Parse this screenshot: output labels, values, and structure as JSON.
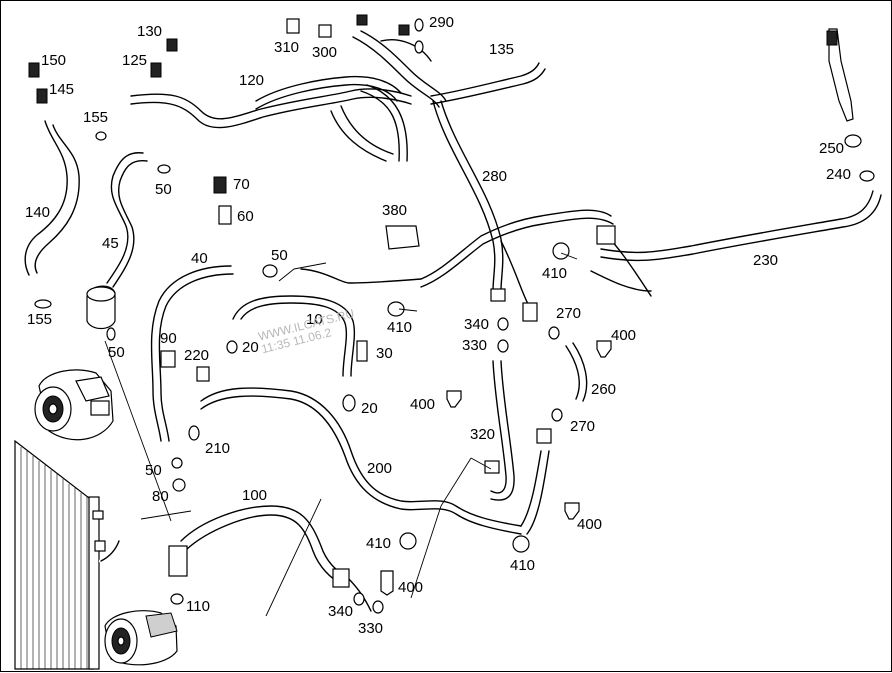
{
  "callouts": [
    {
      "id": "130",
      "label": "130"
    },
    {
      "id": "290",
      "label": "290"
    },
    {
      "id": "310",
      "label": "310"
    },
    {
      "id": "300",
      "label": "300"
    },
    {
      "id": "150",
      "label": "150"
    },
    {
      "id": "125",
      "label": "125"
    },
    {
      "id": "135",
      "label": "135"
    },
    {
      "id": "145",
      "label": "145"
    },
    {
      "id": "120",
      "label": "120"
    },
    {
      "id": "155a",
      "label": "155"
    },
    {
      "id": "50a",
      "label": "50"
    },
    {
      "id": "70",
      "label": "70"
    },
    {
      "id": "280",
      "label": "280"
    },
    {
      "id": "250",
      "label": "250"
    },
    {
      "id": "240",
      "label": "240"
    },
    {
      "id": "140",
      "label": "140"
    },
    {
      "id": "60",
      "label": "60"
    },
    {
      "id": "380",
      "label": "380"
    },
    {
      "id": "45",
      "label": "45"
    },
    {
      "id": "40",
      "label": "40"
    },
    {
      "id": "50b",
      "label": "50"
    },
    {
      "id": "230",
      "label": "230"
    },
    {
      "id": "410a",
      "label": "410"
    },
    {
      "id": "155b",
      "label": "155"
    },
    {
      "id": "270a",
      "label": "270"
    },
    {
      "id": "410b",
      "label": "410"
    },
    {
      "id": "10",
      "label": "10"
    },
    {
      "id": "340a",
      "label": "340"
    },
    {
      "id": "400a",
      "label": "400"
    },
    {
      "id": "50c",
      "label": "50"
    },
    {
      "id": "90",
      "label": "90"
    },
    {
      "id": "330a",
      "label": "330"
    },
    {
      "id": "220",
      "label": "220"
    },
    {
      "id": "20a",
      "label": "20"
    },
    {
      "id": "30",
      "label": "30"
    },
    {
      "id": "260",
      "label": "260"
    },
    {
      "id": "400b",
      "label": "400"
    },
    {
      "id": "20b",
      "label": "20"
    },
    {
      "id": "270b",
      "label": "270"
    },
    {
      "id": "320",
      "label": "320"
    },
    {
      "id": "210",
      "label": "210"
    },
    {
      "id": "50d",
      "label": "50"
    },
    {
      "id": "200",
      "label": "200"
    },
    {
      "id": "80",
      "label": "80"
    },
    {
      "id": "100",
      "label": "100"
    },
    {
      "id": "400c",
      "label": "400"
    },
    {
      "id": "410c",
      "label": "410"
    },
    {
      "id": "410d",
      "label": "410"
    },
    {
      "id": "400d",
      "label": "400"
    },
    {
      "id": "110",
      "label": "110"
    },
    {
      "id": "340b",
      "label": "340"
    },
    {
      "id": "330b",
      "label": "330"
    }
  ],
  "watermark": {
    "line1": "WWW.ILCATS.RU",
    "line2": "11:35 11.06.2"
  }
}
